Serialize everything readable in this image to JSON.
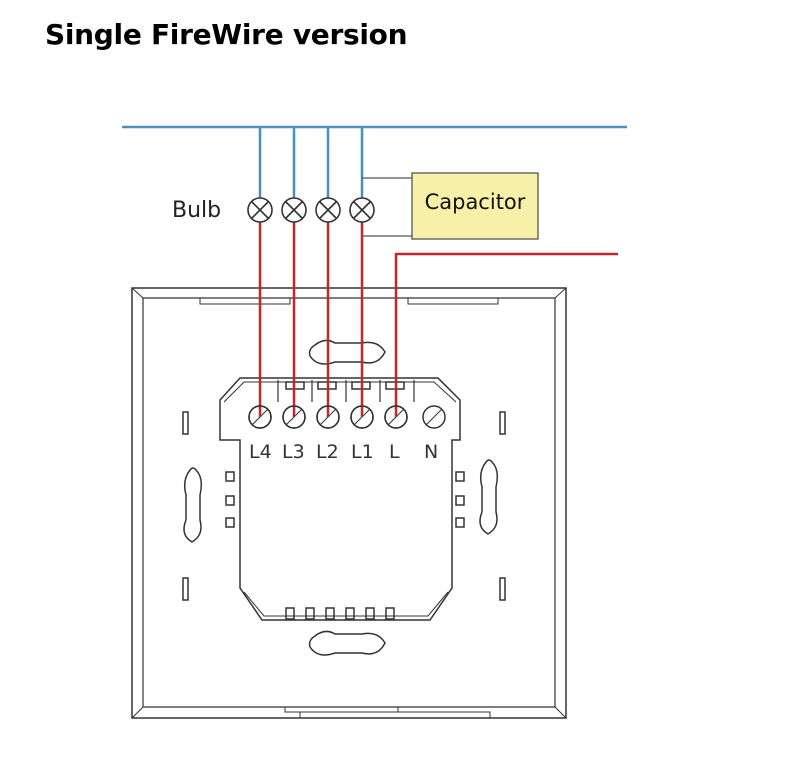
{
  "title": "Single FireWire version",
  "bulb_label": "Bulb",
  "capacitor_label": "Capacitor",
  "terminals": [
    "L4",
    "L3",
    "L2",
    "L1",
    "L",
    "N"
  ],
  "colors": {
    "neutral_wire": "#4a90bf",
    "live_wire": "#c0282e",
    "capacitor_fill": "#f6f0a8",
    "outline": "#333333"
  }
}
